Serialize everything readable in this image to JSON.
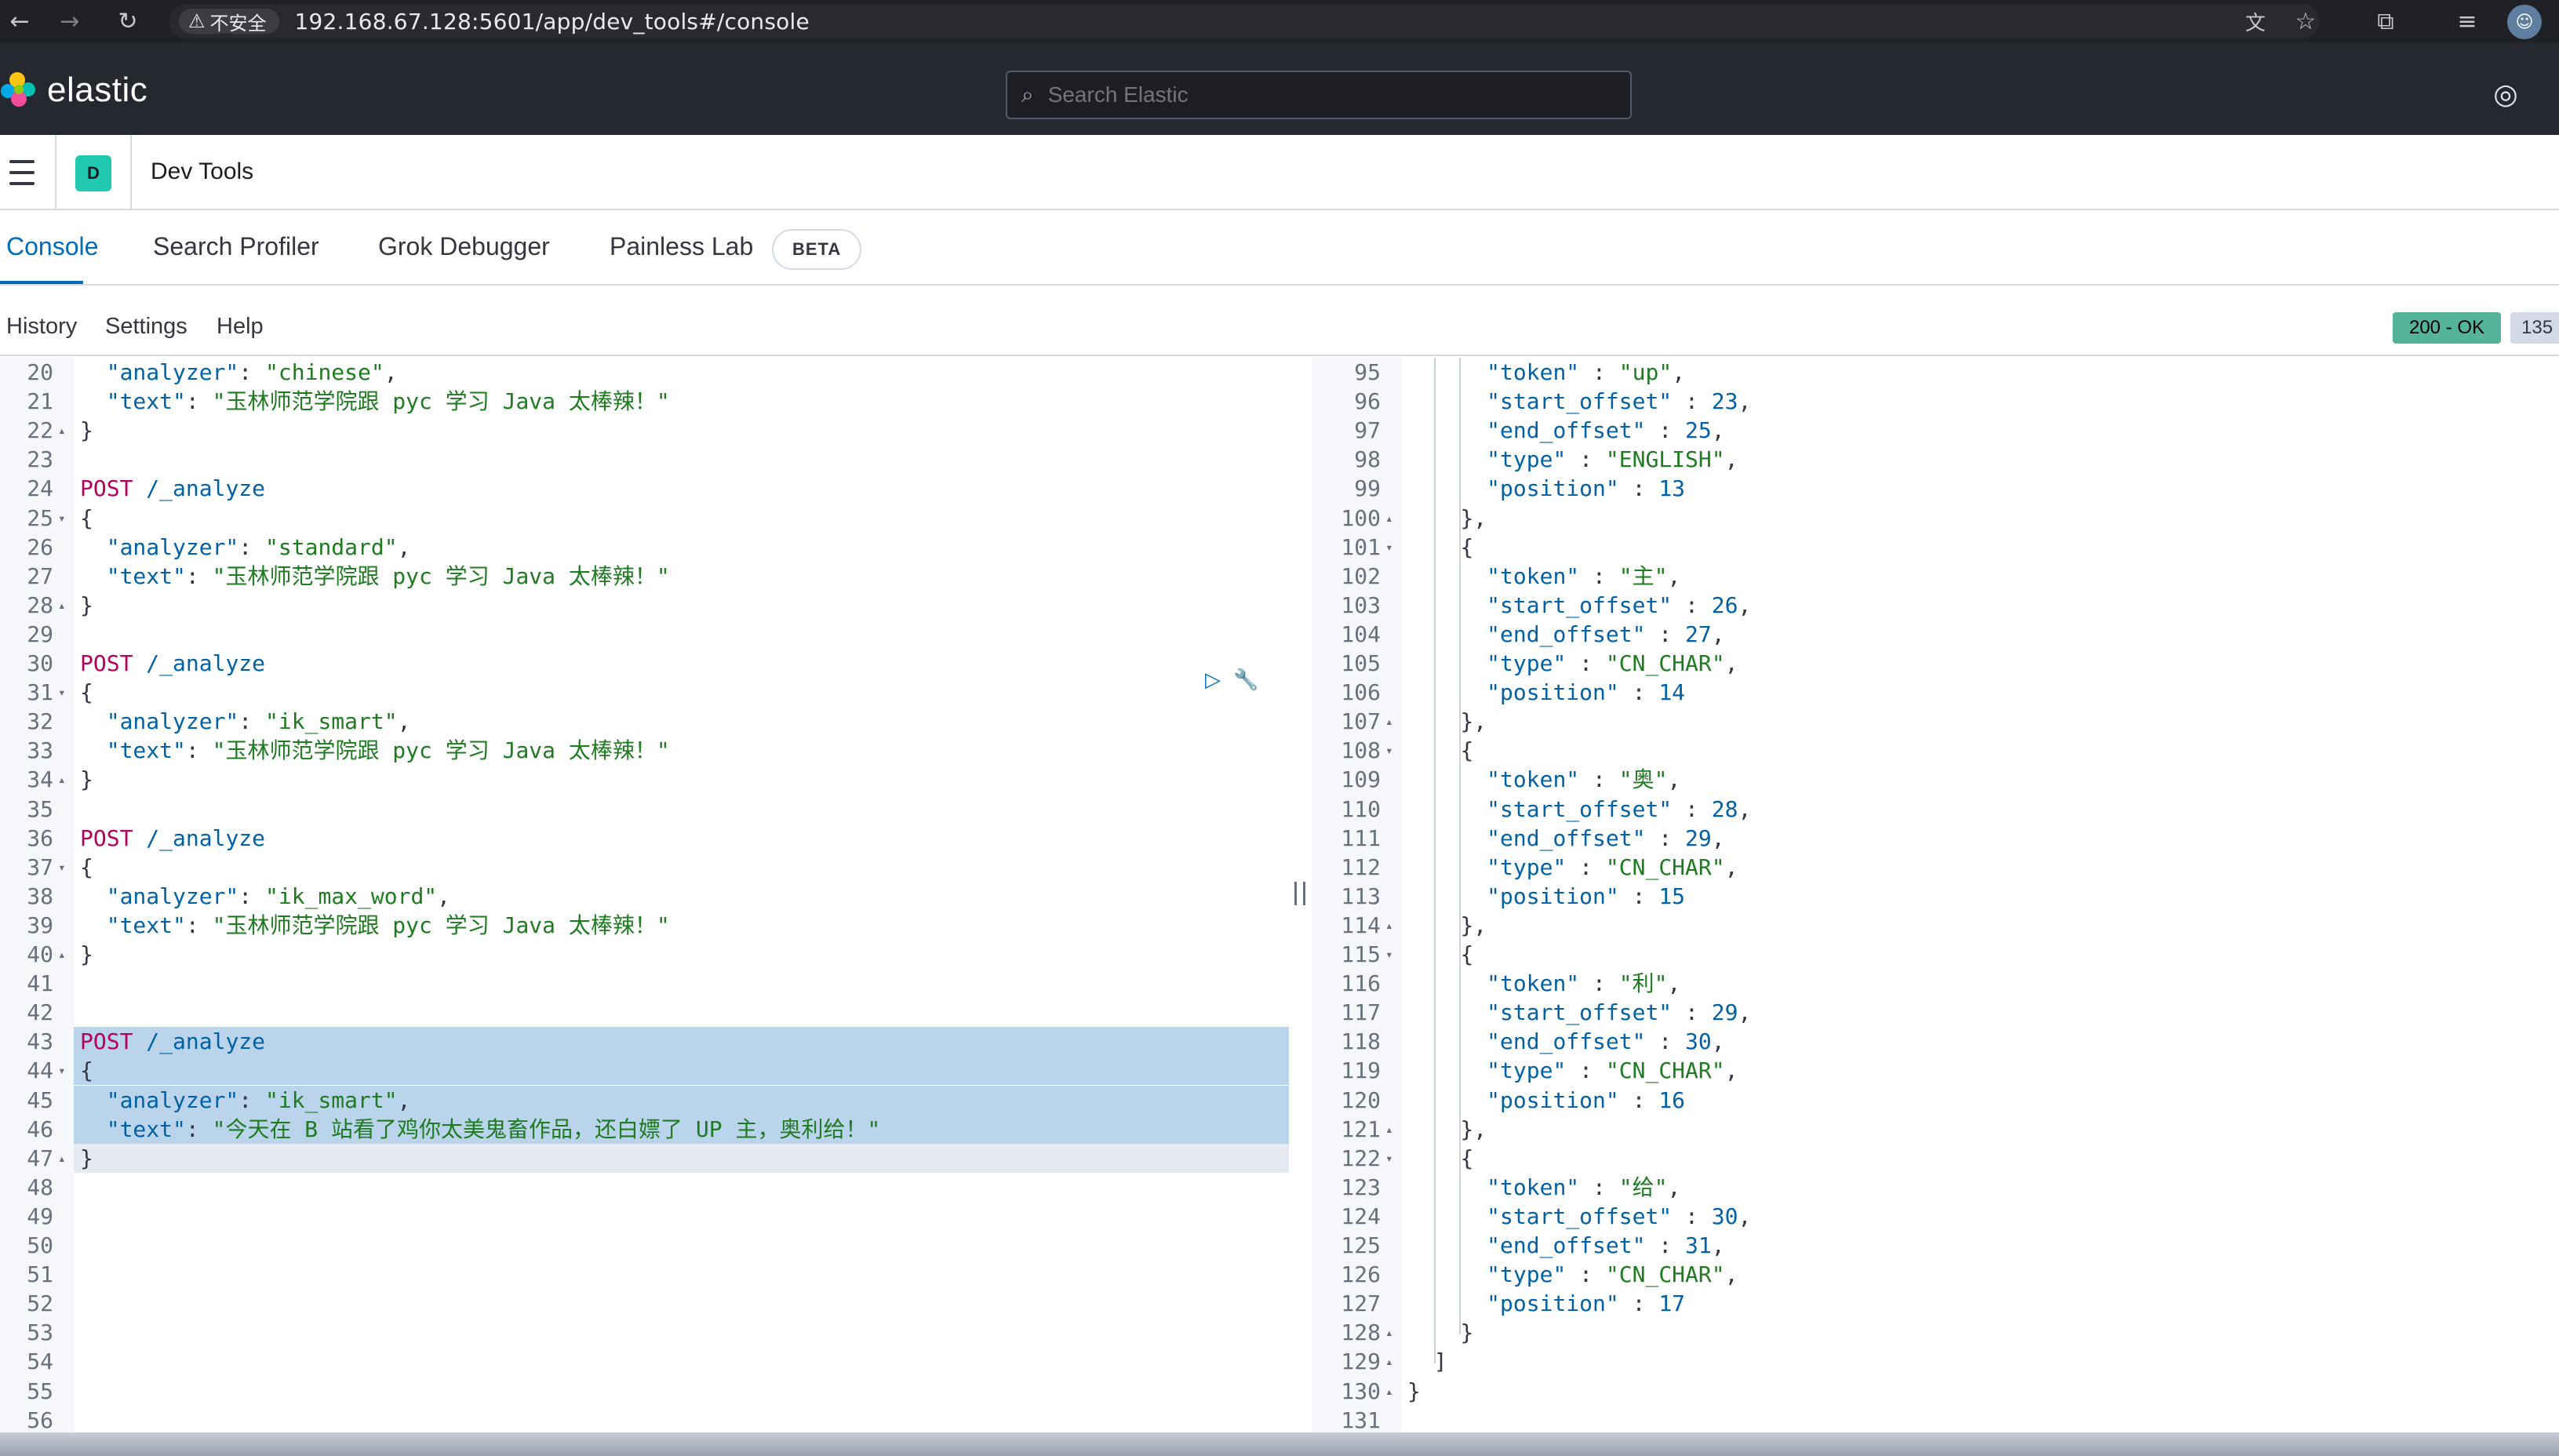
{
  "browser": {
    "back_glyph": "←",
    "forward_glyph": "→",
    "reload_glyph": "↻",
    "security_label": "不安全",
    "url": "192.168.67.128:5601/app/dev_tools#/console",
    "translate_glyph": "文",
    "star_glyph": "☆",
    "extension_glyph": "⧉",
    "menu_glyph": "≡"
  },
  "header": {
    "brand": "elastic",
    "search_placeholder": "Search Elastic",
    "help_glyph": "◎"
  },
  "breadcrumb": {
    "space_initial": "D",
    "title": "Dev Tools"
  },
  "tabs": [
    {
      "label": "Console",
      "active": true
    },
    {
      "label": "Search Profiler",
      "active": false
    },
    {
      "label": "Grok Debugger",
      "active": false
    },
    {
      "label": "Painless Lab",
      "active": false
    }
  ],
  "beta_label": "BETA",
  "toolbar": {
    "history": "History",
    "settings": "Settings",
    "help": "Help",
    "status": "200 - OK",
    "time": "135"
  },
  "colors": {
    "accent": "#006bb8",
    "status_ok": "#54b399",
    "space_badge": "#20c9b0",
    "selection": "#bad4ec"
  },
  "editor": {
    "request_lines": [
      {
        "n": "20",
        "text": "  \"analyzer\": \"chinese\","
      },
      {
        "n": "21",
        "text": "  \"text\": \"玉林师范学院跟 pyc 学习 Java 太棒辣！\""
      },
      {
        "n": "22",
        "text": "}",
        "fold": "up"
      },
      {
        "n": "23",
        "text": ""
      },
      {
        "n": "24",
        "text": "POST /_analyze"
      },
      {
        "n": "25",
        "text": "{",
        "fold": "down"
      },
      {
        "n": "26",
        "text": "  \"analyzer\": \"standard\","
      },
      {
        "n": "27",
        "text": "  \"text\": \"玉林师范学院跟 pyc 学习 Java 太棒辣！\""
      },
      {
        "n": "28",
        "text": "}",
        "fold": "up"
      },
      {
        "n": "29",
        "text": ""
      },
      {
        "n": "30",
        "text": "POST /_analyze"
      },
      {
        "n": "31",
        "text": "{",
        "fold": "down"
      },
      {
        "n": "32",
        "text": "  \"analyzer\": \"ik_smart\","
      },
      {
        "n": "33",
        "text": "  \"text\": \"玉林师范学院跟 pyc 学习 Java 太棒辣！\""
      },
      {
        "n": "34",
        "text": "}",
        "fold": "up"
      },
      {
        "n": "35",
        "text": ""
      },
      {
        "n": "36",
        "text": "POST /_analyze"
      },
      {
        "n": "37",
        "text": "{",
        "fold": "down"
      },
      {
        "n": "38",
        "text": "  \"analyzer\": \"ik_max_word\","
      },
      {
        "n": "39",
        "text": "  \"text\": \"玉林师范学院跟 pyc 学习 Java 太棒辣！\""
      },
      {
        "n": "40",
        "text": "}",
        "fold": "up"
      },
      {
        "n": "41",
        "text": ""
      },
      {
        "n": "42",
        "text": ""
      },
      {
        "n": "43",
        "text": "POST /_analyze",
        "selected": true
      },
      {
        "n": "44",
        "text": "{",
        "fold": "down",
        "selected": true
      },
      {
        "n": "45",
        "text": "  \"analyzer\": \"ik_smart\",",
        "selected": true
      },
      {
        "n": "46",
        "text": "  \"text\": \"今天在 B 站看了鸡你太美鬼畜作品，还白嫖了 UP 主，奥利给！\"",
        "selected": true
      },
      {
        "n": "47",
        "text": "}",
        "fold": "up",
        "current": true
      },
      {
        "n": "48",
        "text": ""
      },
      {
        "n": "49",
        "text": ""
      },
      {
        "n": "50",
        "text": ""
      },
      {
        "n": "51",
        "text": ""
      },
      {
        "n": "52",
        "text": ""
      },
      {
        "n": "53",
        "text": ""
      },
      {
        "n": "54",
        "text": ""
      },
      {
        "n": "55",
        "text": ""
      },
      {
        "n": "56",
        "text": ""
      }
    ],
    "response_lines": [
      {
        "n": "95",
        "text": "      \"token\" : \"up\","
      },
      {
        "n": "96",
        "text": "      \"start_offset\" : 23,"
      },
      {
        "n": "97",
        "text": "      \"end_offset\" : 25,"
      },
      {
        "n": "98",
        "text": "      \"type\" : \"ENGLISH\","
      },
      {
        "n": "99",
        "text": "      \"position\" : 13"
      },
      {
        "n": "100",
        "text": "    },",
        "fold": "up"
      },
      {
        "n": "101",
        "text": "    {",
        "fold": "down"
      },
      {
        "n": "102",
        "text": "      \"token\" : \"主\","
      },
      {
        "n": "103",
        "text": "      \"start_offset\" : 26,"
      },
      {
        "n": "104",
        "text": "      \"end_offset\" : 27,"
      },
      {
        "n": "105",
        "text": "      \"type\" : \"CN_CHAR\","
      },
      {
        "n": "106",
        "text": "      \"position\" : 14"
      },
      {
        "n": "107",
        "text": "    },",
        "fold": "up"
      },
      {
        "n": "108",
        "text": "    {",
        "fold": "down"
      },
      {
        "n": "109",
        "text": "      \"token\" : \"奥\","
      },
      {
        "n": "110",
        "text": "      \"start_offset\" : 28,"
      },
      {
        "n": "111",
        "text": "      \"end_offset\" : 29,"
      },
      {
        "n": "112",
        "text": "      \"type\" : \"CN_CHAR\","
      },
      {
        "n": "113",
        "text": "      \"position\" : 15"
      },
      {
        "n": "114",
        "text": "    },",
        "fold": "up"
      },
      {
        "n": "115",
        "text": "    {",
        "fold": "down"
      },
      {
        "n": "116",
        "text": "      \"token\" : \"利\","
      },
      {
        "n": "117",
        "text": "      \"start_offset\" : 29,"
      },
      {
        "n": "118",
        "text": "      \"end_offset\" : 30,"
      },
      {
        "n": "119",
        "text": "      \"type\" : \"CN_CHAR\","
      },
      {
        "n": "120",
        "text": "      \"position\" : 16"
      },
      {
        "n": "121",
        "text": "    },",
        "fold": "up"
      },
      {
        "n": "122",
        "text": "    {",
        "fold": "down"
      },
      {
        "n": "123",
        "text": "      \"token\" : \"给\","
      },
      {
        "n": "124",
        "text": "      \"start_offset\" : 30,"
      },
      {
        "n": "125",
        "text": "      \"end_offset\" : 31,"
      },
      {
        "n": "126",
        "text": "      \"type\" : \"CN_CHAR\","
      },
      {
        "n": "127",
        "text": "      \"position\" : 17"
      },
      {
        "n": "128",
        "text": "    }",
        "fold": "up"
      },
      {
        "n": "129",
        "text": "  ]",
        "fold": "up"
      },
      {
        "n": "130",
        "text": "}",
        "fold": "up"
      },
      {
        "n": "131",
        "text": ""
      }
    ]
  }
}
